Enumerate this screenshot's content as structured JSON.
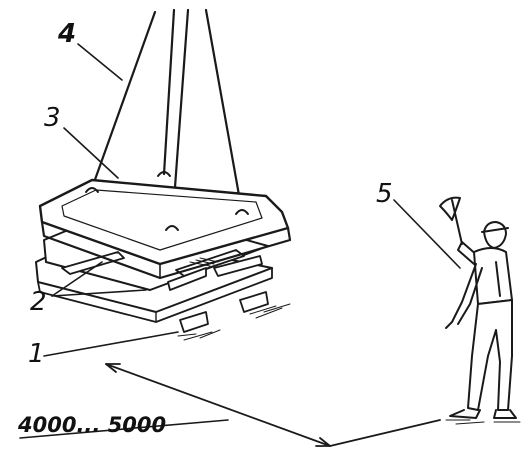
{
  "labels": {
    "item_1": "1",
    "item_2": "2",
    "item_3": "3",
    "item_4": "4",
    "item_5": "5"
  },
  "dimension": {
    "text": "4000... 5000"
  },
  "colors": {
    "ink": "#1a1a1a",
    "paper": "#ffffff"
  }
}
